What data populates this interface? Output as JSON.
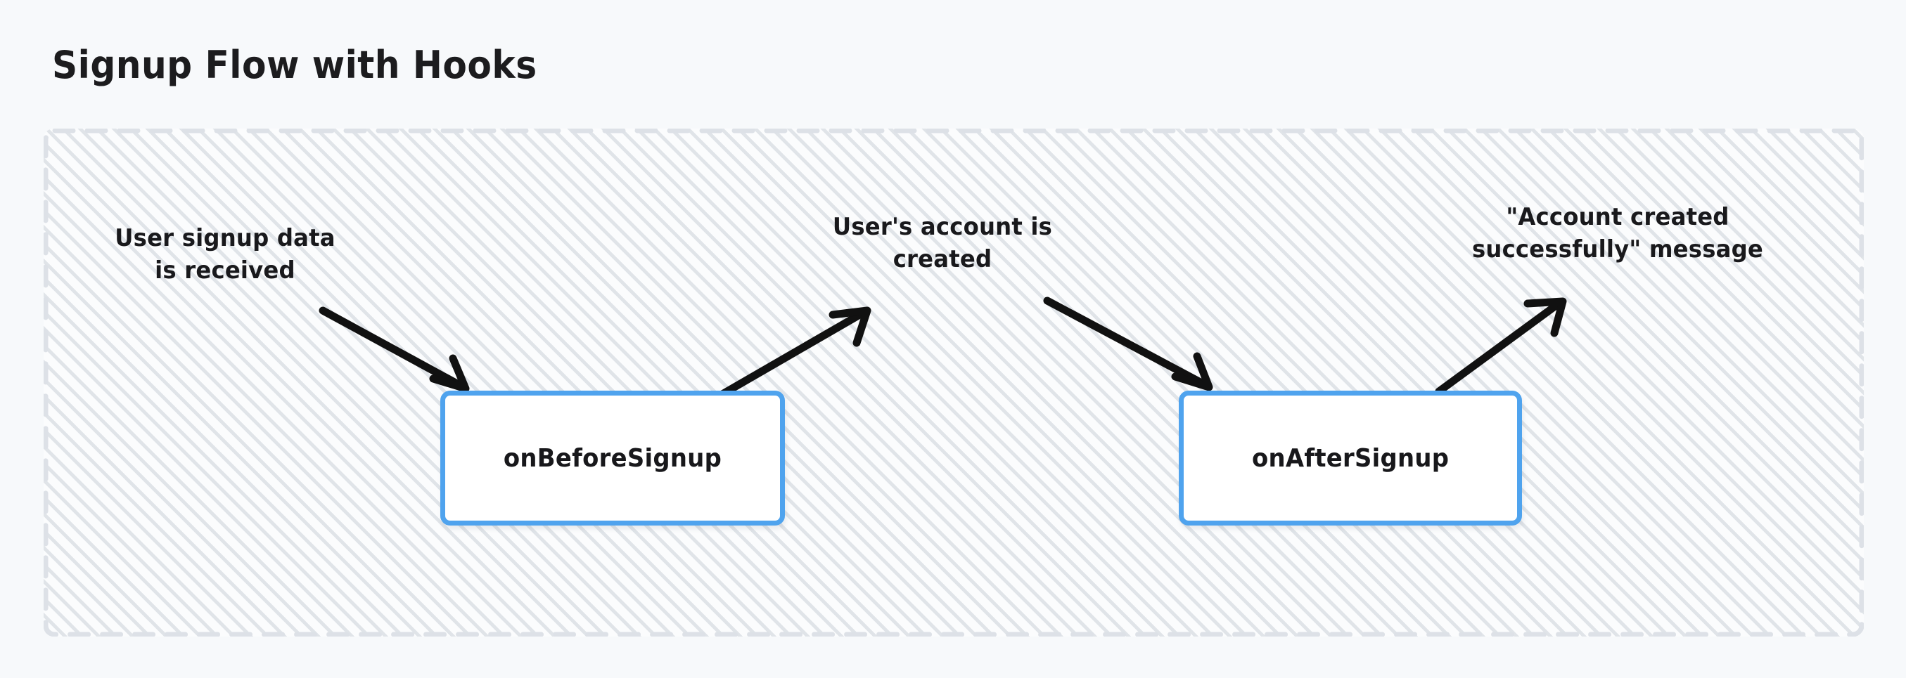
{
  "title": "Signup Flow with Hooks",
  "theme": {
    "page_background": "#f7f9fb",
    "panel_background": "#fbfcfd",
    "panel_border": "#dfe3e8",
    "node_border": "#4fa3ee",
    "node_fill": "#ffffff",
    "text": "#18181b",
    "arrow": "#111111"
  },
  "diagram": {
    "type": "flow",
    "container": {
      "name": "signup-flow-group",
      "style": "dashed-rounded-hatched"
    },
    "nodes": [
      {
        "id": "onBeforeSignup",
        "label": "onBeforeSignup"
      },
      {
        "id": "onAfterSignup",
        "label": "onAfterSignup"
      }
    ],
    "labels": [
      {
        "id": "signup-data",
        "text": "User signup data\nis received"
      },
      {
        "id": "account-created",
        "text": "User's account is\ncreated"
      },
      {
        "id": "success-message",
        "text": "\"Account created\nsuccessfully\" message"
      }
    ],
    "edges": [
      {
        "from": "signup-data",
        "to": "onBeforeSignup",
        "direction": "down-right"
      },
      {
        "from": "onBeforeSignup",
        "to": "account-created",
        "direction": "up-right"
      },
      {
        "from": "account-created",
        "to": "onAfterSignup",
        "direction": "down-right"
      },
      {
        "from": "onAfterSignup",
        "to": "success-message",
        "direction": "up-right"
      }
    ]
  }
}
